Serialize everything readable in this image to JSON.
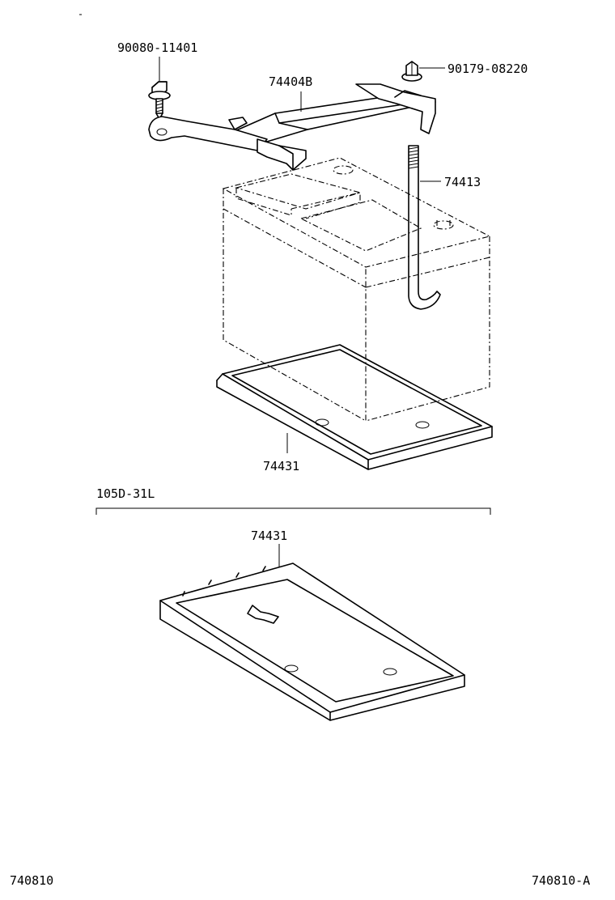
{
  "diagram": {
    "part_labels": {
      "bolt": "90080-11401",
      "hold_down_clamp": "74404B",
      "nut": "90179-08220",
      "hold_down_bolt": "74413",
      "tray_upper": "74431",
      "tray_lower": "74431"
    },
    "variant_label": "105D-31L",
    "footer_left": "740810",
    "footer_right": "740810-A"
  }
}
